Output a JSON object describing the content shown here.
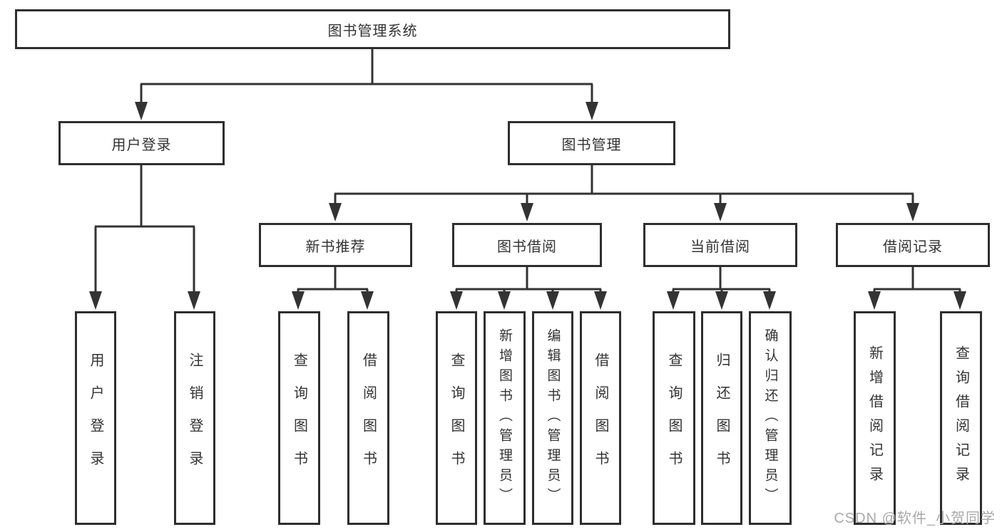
{
  "colors": {
    "line": "#333333",
    "border": "#2e2e2e",
    "text": "#333333",
    "watermark": "#a9a9a9"
  },
  "diagram": {
    "root": {
      "label": "图书管理系统"
    },
    "branches": [
      {
        "label": "用户登录",
        "children": [
          {
            "label": "用户登录"
          },
          {
            "label": "注销登录"
          }
        ]
      },
      {
        "label": "图书管理",
        "children": [
          {
            "label": "新书推荐",
            "children": [
              {
                "label": "查询图书"
              },
              {
                "label": "借阅图书"
              }
            ]
          },
          {
            "label": "图书借阅",
            "children": [
              {
                "label": "查询图书"
              },
              {
                "label": "新增图书（管理员）"
              },
              {
                "label": "编辑图书（管理员）"
              },
              {
                "label": "借阅图书"
              }
            ]
          },
          {
            "label": "当前借阅",
            "children": [
              {
                "label": "查询图书"
              },
              {
                "label": "归还图书"
              },
              {
                "label": "确认归还（管理员）"
              }
            ]
          },
          {
            "label": "借阅记录",
            "children": [
              {
                "label": "新增借阅记录"
              },
              {
                "label": "查询借阅记录"
              }
            ]
          }
        ]
      }
    ]
  },
  "watermark": {
    "text": "CSDN @软件_小贺同学"
  }
}
